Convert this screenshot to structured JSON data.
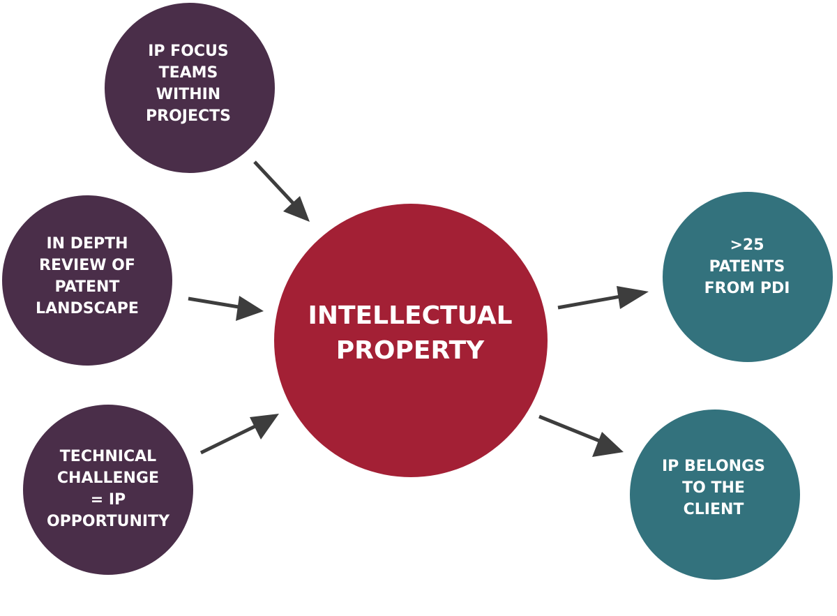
{
  "diagram": {
    "center": {
      "label": "INTELLECTUAL\nPROPERTY",
      "color": "#a32035"
    },
    "inputs": [
      {
        "label": "IP FOCUS\nTEAMS\nWITHIN\nPROJECTS",
        "color": "#4a2e49"
      },
      {
        "label": "IN DEPTH\nREVIEW OF\nPATENT\nLANDSCAPE",
        "color": "#4a2e49"
      },
      {
        "label": "TECHNICAL\nCHALLENGE\n= IP\nOPPORTUNITY",
        "color": "#4a2e49"
      }
    ],
    "outputs": [
      {
        "label": ">25\nPATENTS\nFROM PDI",
        "color": "#33727d"
      },
      {
        "label": "IP BELONGS\nTO THE\nCLIENT",
        "color": "#33727d"
      }
    ],
    "arrow_color": "#3d3d3d",
    "edges": [
      {
        "from": "inputs.0",
        "to": "center"
      },
      {
        "from": "inputs.1",
        "to": "center"
      },
      {
        "from": "inputs.2",
        "to": "center"
      },
      {
        "from": "center",
        "to": "outputs.0"
      },
      {
        "from": "center",
        "to": "outputs.1"
      }
    ]
  }
}
